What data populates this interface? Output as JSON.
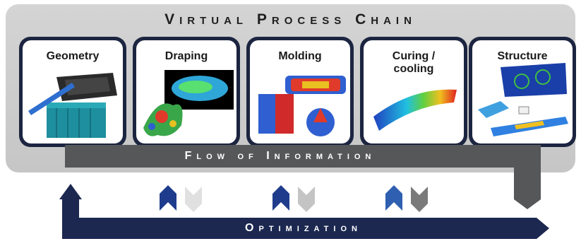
{
  "title": "Virtual Process Chain",
  "stages": [
    {
      "label": "Geometry"
    },
    {
      "label": "Draping"
    },
    {
      "label": "Molding"
    },
    {
      "label": "Curing /\ncooling"
    },
    {
      "label": "Structure"
    }
  ],
  "flow_label": "Flow of Information",
  "optimization_label": "Optimization",
  "colors": {
    "stage_frame": "#1c2540",
    "flow_bar": "#555759",
    "optimization_bar": "#1c2850",
    "panel": "#cbcbcb",
    "chevron_dark_blue": "#1f3c8c",
    "chevron_blue": "#2f5fb0",
    "chevron_light_grey": "#d8d8d8",
    "chevron_grey": "#a8a8a8",
    "chevron_dark_grey": "#7a7a7a"
  }
}
